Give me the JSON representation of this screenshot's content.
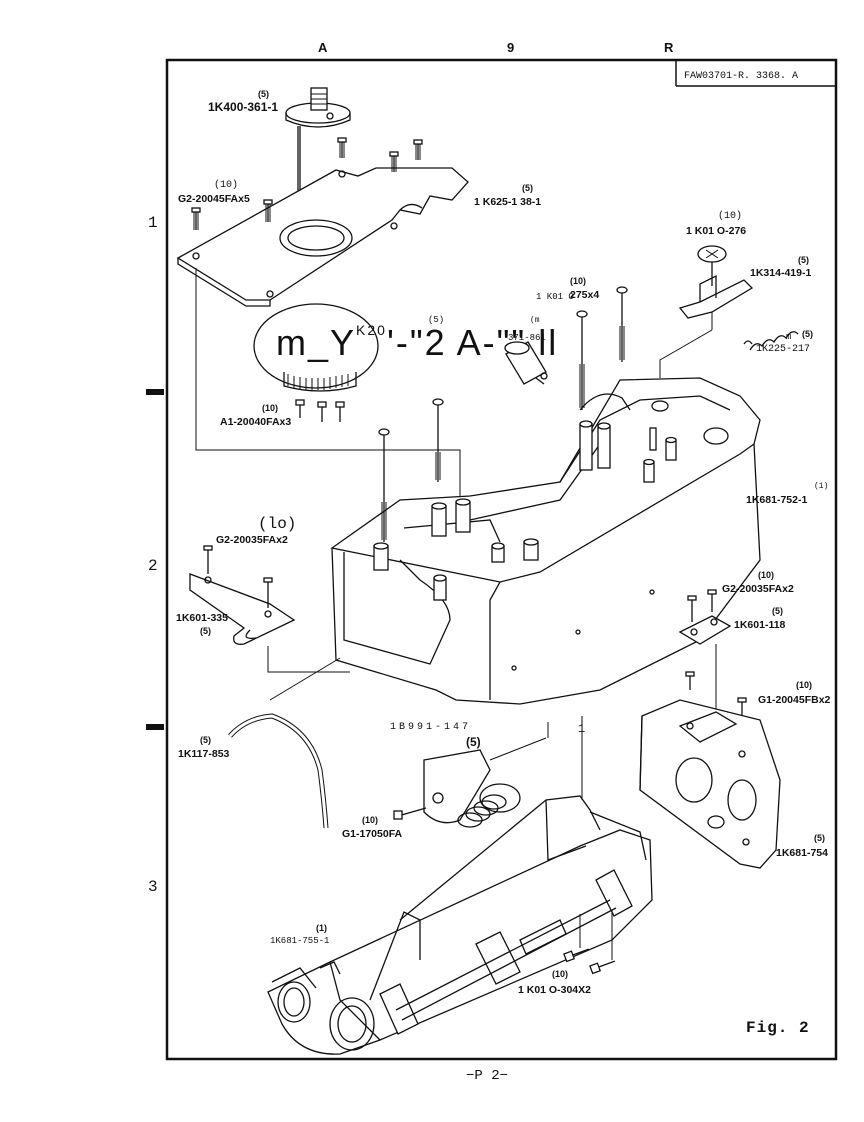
{
  "header": {
    "grid_cols": [
      "A",
      "9",
      "R"
    ],
    "grid_rows": [
      "1",
      "2",
      "3"
    ],
    "doc_code": "FAW03701-R. 3368. A"
  },
  "parts": {
    "p1": {
      "qty": "(5)",
      "part": "1K400-361-1"
    },
    "p2": {
      "qty": "(10)",
      "part": "G2-20045FAx5"
    },
    "p3": {
      "qty": "(5)",
      "part": "1 K625-1 38-1"
    },
    "p4": {
      "qty": "(10)",
      "part": "1 K01 O-276"
    },
    "p5": {
      "qty": "(5)",
      "part": "1K314-419-1"
    },
    "p6": {
      "qty": "(10)",
      "part": "275x4",
      "prefix": "1 K01 O"
    },
    "p7": {
      "qty": "(5)",
      "part": "1K225-217"
    },
    "p8": {
      "qty": "(10)",
      "part": "A1-20040FAx3"
    },
    "p9": {
      "qty": "(1)",
      "part": "1K681-752-1"
    },
    "p10": {
      "qty": "(lo)",
      "part": "G2-20035FAx2"
    },
    "p11": {
      "qty": "(10)",
      "part": "G2-20035FAx2"
    },
    "p12": {
      "qty": "(5)",
      "part": "1K601-335"
    },
    "p13": {
      "qty": "(5)",
      "part": "1K601-118"
    },
    "p14": {
      "qty": "(10)",
      "part": "G1-20045FBx2"
    },
    "p15": {
      "qty": "(5)",
      "part": "1K117-853"
    },
    "p16": {
      "qty": "(5)",
      "part": "1B991-147"
    },
    "p17": {
      "qty": "(10)",
      "part": "G1-17050FA"
    },
    "p18": {
      "qty": "(5)",
      "part": "1K681-754"
    },
    "p19": {
      "qty": "(1)",
      "part": "1K681-755-1"
    },
    "p20": {
      "qty": "(10)",
      "part": "1 K01 O-304X2"
    },
    "p21": {
      "qty": "(5)",
      "part": "371-861",
      "prefix": "(m"
    }
  },
  "ocr_overlay": {
    "main": "m_Y",
    "sup": "K20",
    "rest": "'-\"2  A-\"\"  ll",
    "small_m": "m",
    "digit_one": "1"
  },
  "footer": {
    "fig_label": "Fig. 2",
    "page_num": "−P 2−"
  }
}
